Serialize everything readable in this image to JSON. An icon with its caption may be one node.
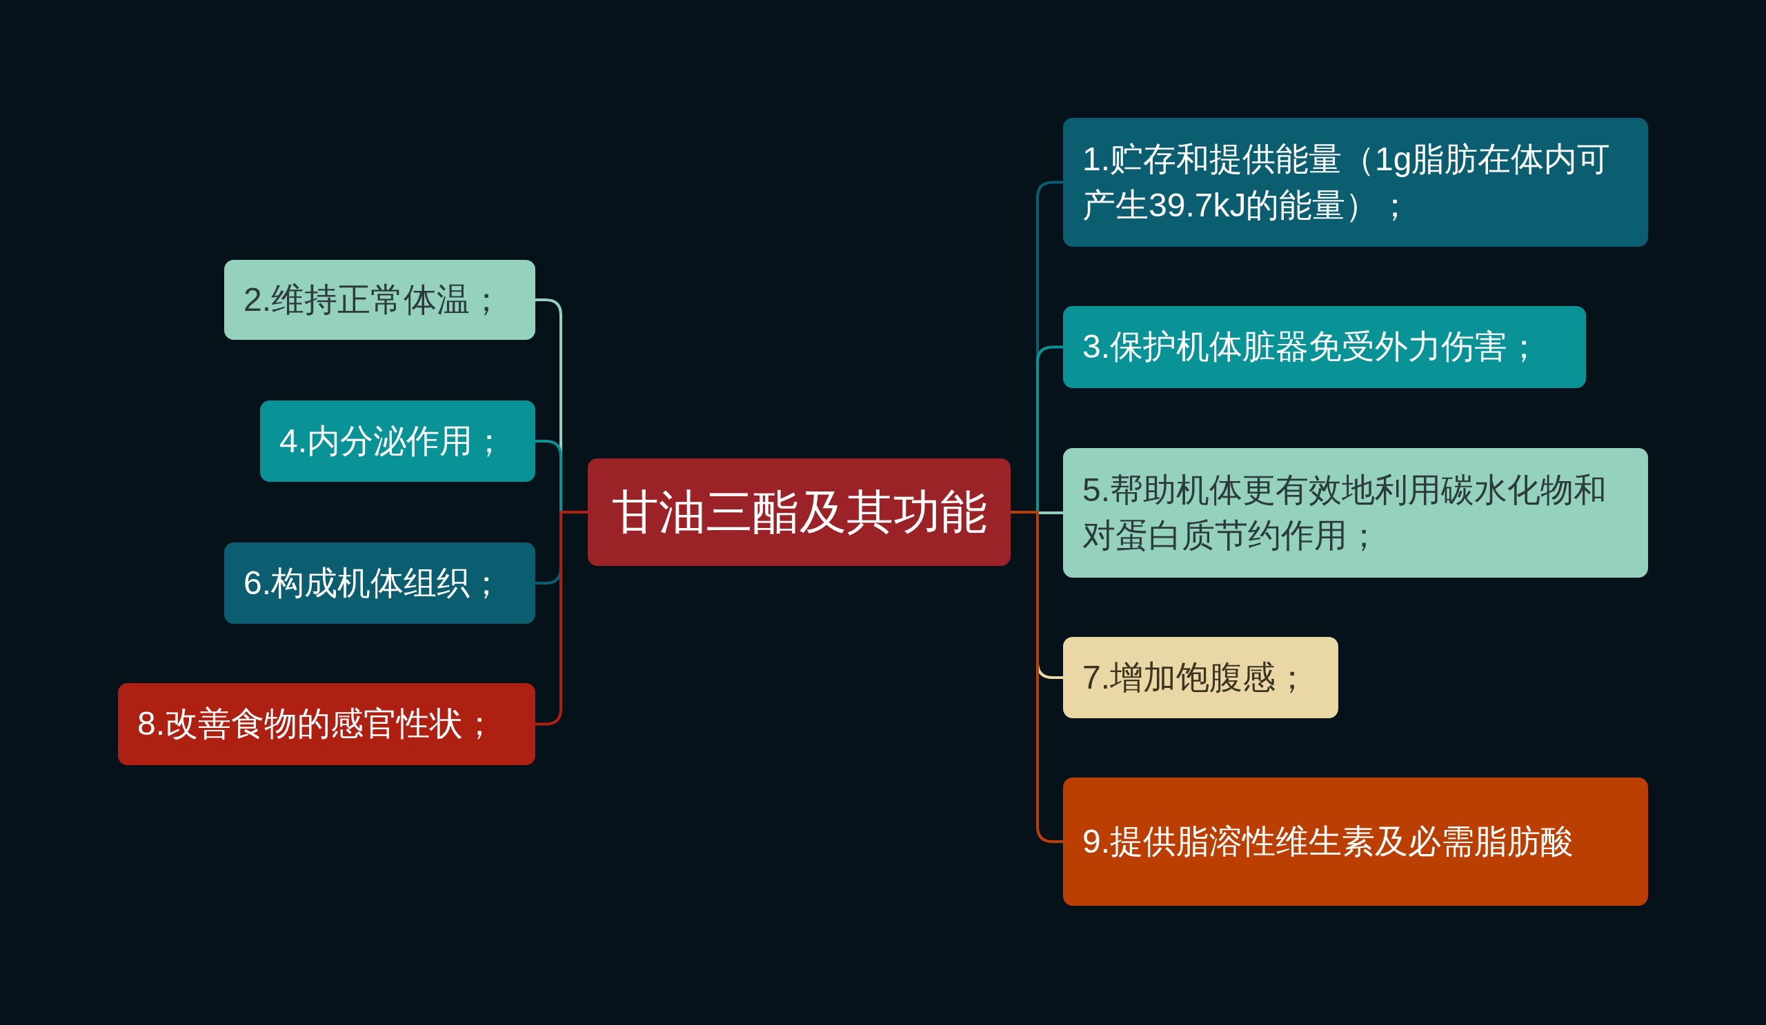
{
  "diagram": {
    "nodes": [
      {
        "text": [
          "甘油三酯及其功能"
        ]
      },
      {
        "text": [
          "1.贮存和提供能量（1g脂肪在体内可产生39.7kJ的能量）；"
        ]
      },
      {
        "text": [
          "2.维持正常体温；"
        ]
      },
      {
        "text": [
          "3.保护机体脏器免受外力伤害；"
        ]
      },
      {
        "text": [
          "4.内分泌作用；"
        ]
      },
      {
        "text": [
          "5.帮助机体更有效地利用碳水化物和对蛋白质节约作用；"
        ]
      },
      {
        "text": [
          "6.构成机体组织；"
        ]
      },
      {
        "text": [
          "7.增加饱腹感；"
        ]
      },
      {
        "text": [
          "8.改善食物的感官性状；"
        ]
      },
      {
        "text": [
          "9.提供脂溶性维生素及必需脂肪酸"
        ]
      }
    ],
    "edges": [
      {
        "from": 0,
        "to": 1,
        "arrow": "none",
        "color": "#0b5d70"
      },
      {
        "from": 0,
        "to": 2,
        "arrow": "none",
        "color": "#94d2bd"
      },
      {
        "from": 0,
        "to": 3,
        "arrow": "none",
        "color": "#0a9396"
      },
      {
        "from": 0,
        "to": 4,
        "arrow": "none",
        "color": "#0a9396"
      },
      {
        "from": 0,
        "to": 5,
        "arrow": "none",
        "color": "#94d2bd"
      },
      {
        "from": 0,
        "to": 6,
        "arrow": "none",
        "color": "#0b5d70"
      },
      {
        "from": 0,
        "to": 7,
        "arrow": "none",
        "color": "#e9d8a6"
      },
      {
        "from": 0,
        "to": 8,
        "arrow": "none",
        "color": "#ae2012"
      },
      {
        "from": 0,
        "to": 9,
        "arrow": "none",
        "color": "#bb3e03"
      }
    ]
  }
}
